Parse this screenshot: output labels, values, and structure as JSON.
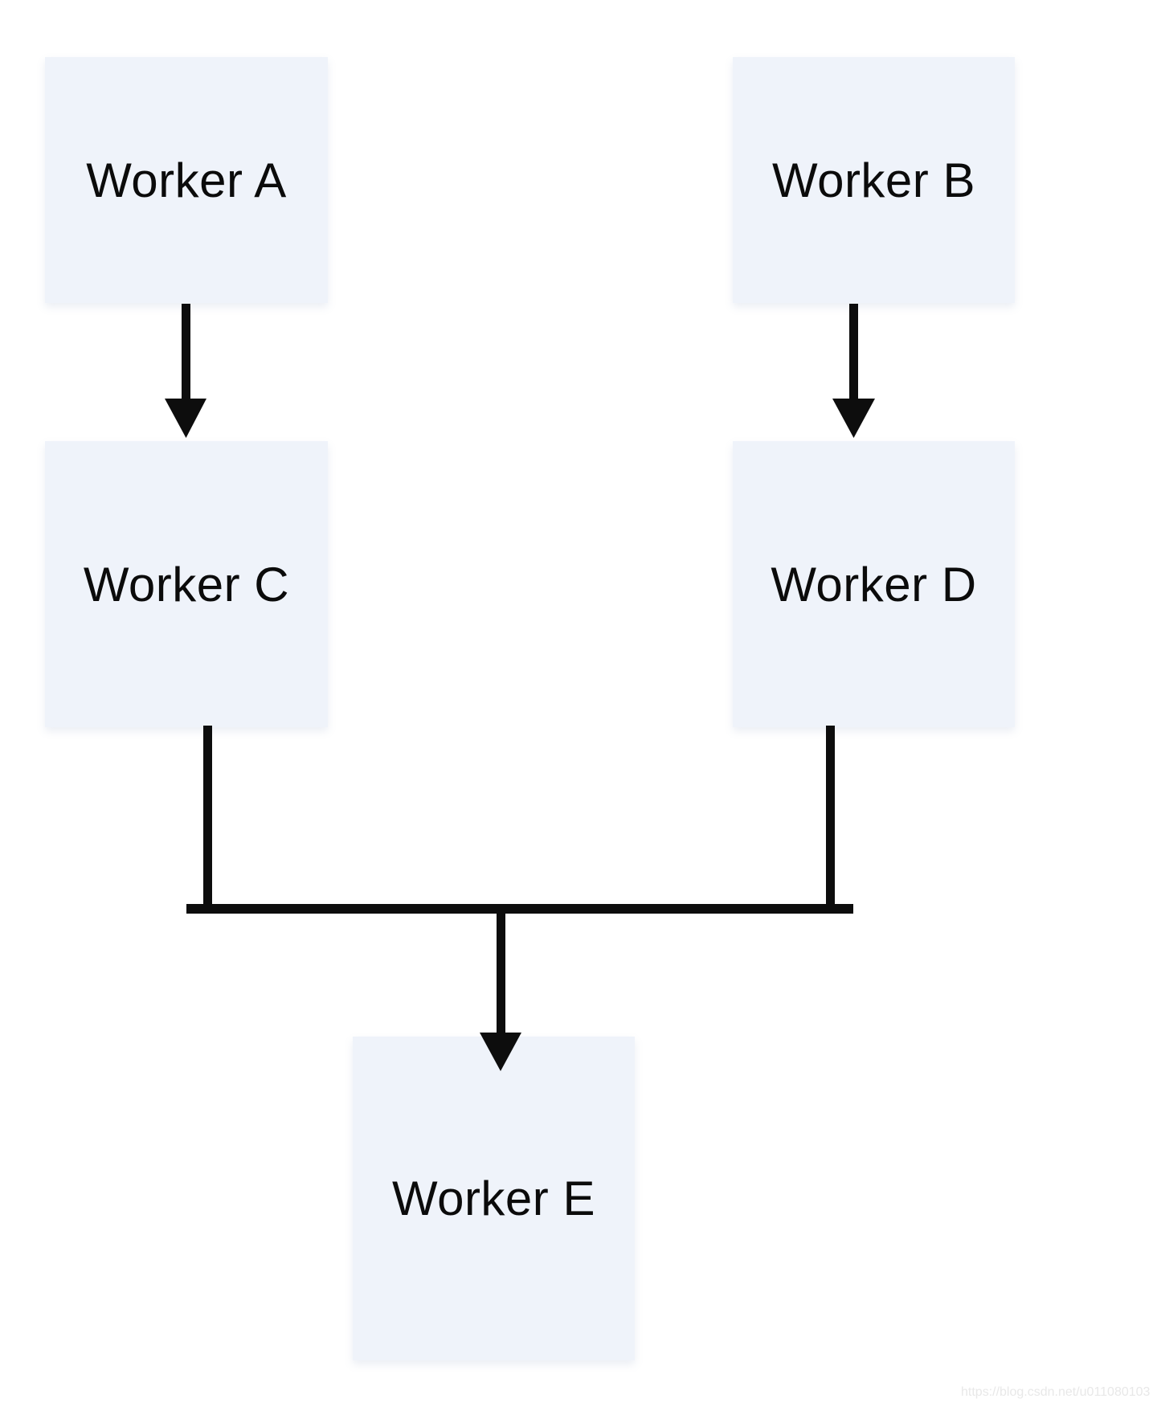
{
  "diagram": {
    "nodes": [
      {
        "id": "worker-a",
        "label": "Worker A"
      },
      {
        "id": "worker-b",
        "label": "Worker B"
      },
      {
        "id": "worker-c",
        "label": "Worker C"
      },
      {
        "id": "worker-d",
        "label": "Worker D"
      },
      {
        "id": "worker-e",
        "label": "Worker E"
      }
    ],
    "edges": [
      {
        "from": "Worker A",
        "to": "Worker C"
      },
      {
        "from": "Worker B",
        "to": "Worker D"
      },
      {
        "from": "Worker C",
        "to": "Worker E"
      },
      {
        "from": "Worker D",
        "to": "Worker E"
      }
    ],
    "colors": {
      "node_fill": "#eff3fa",
      "arrow": "#0d0d0d",
      "background": "#ffffff",
      "watermark_text": "#e8e8e8"
    },
    "watermark": "https://blog.csdn.net/u011080103"
  }
}
